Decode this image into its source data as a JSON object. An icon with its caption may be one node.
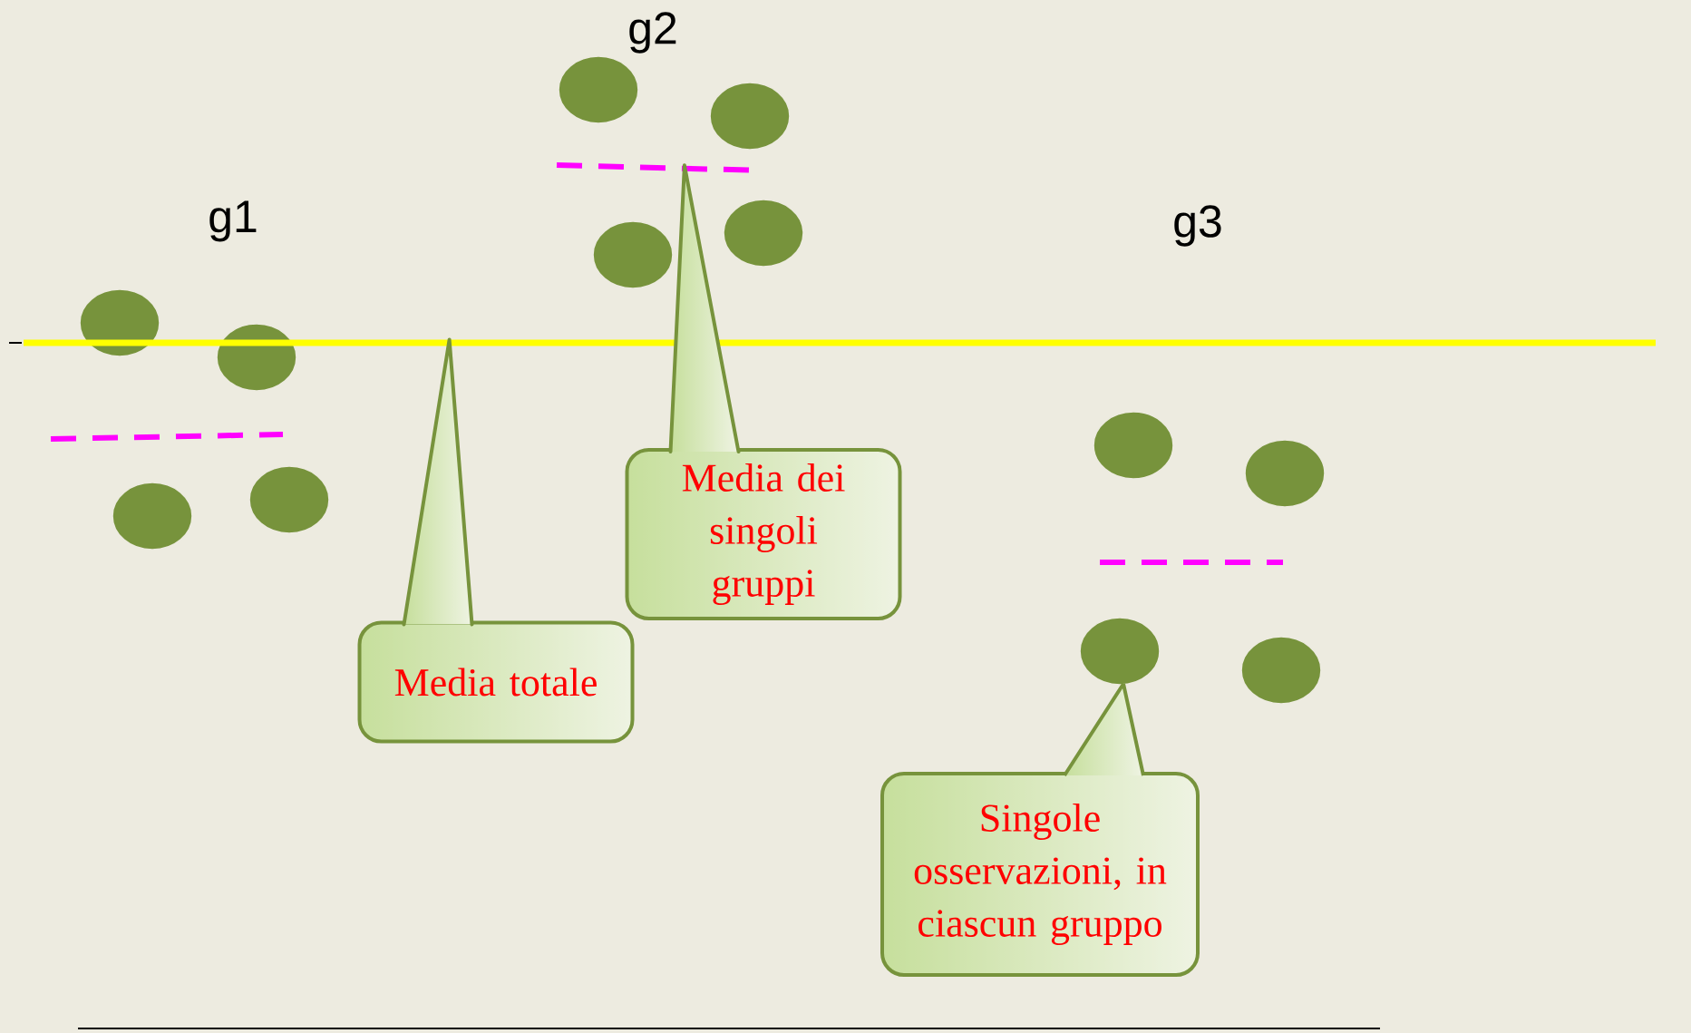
{
  "diagram": {
    "nodes": [
      {
        "text": [],
        "shape": "circle"
      },
      {
        "text": [],
        "shape": "circle"
      },
      {
        "text": [],
        "shape": "circle"
      },
      {
        "text": [],
        "shape": "circle"
      },
      {
        "text": [],
        "shape": "circle"
      },
      {
        "text": [],
        "shape": "circle"
      },
      {
        "text": [],
        "shape": "circle"
      },
      {
        "text": [],
        "shape": "circle"
      },
      {
        "text": [],
        "shape": "circle"
      },
      {
        "text": [],
        "shape": "circle"
      },
      {
        "text": [],
        "shape": "circle"
      },
      {
        "text": [],
        "shape": "circle"
      },
      {
        "text": [],
        "shape": "line"
      },
      {
        "text": [],
        "shape": "line"
      },
      {
        "text": [],
        "shape": "line"
      },
      {
        "text": [],
        "shape": "line"
      },
      {
        "text": [
          "Media totale"
        ]
      },
      {
        "text": [
          "Media dei singoli gruppi"
        ]
      },
      {
        "text": [
          "Singole osservazioni, in ciascun gruppo"
        ]
      }
    ],
    "edges": [
      {
        "from": 16,
        "to": 12,
        "arrow": "none"
      },
      {
        "from": 17,
        "to": 14,
        "arrow": "none"
      },
      {
        "from": 18,
        "to": 10,
        "arrow": "to"
      }
    ],
    "labels": [
      "g2",
      "g1",
      "g3"
    ]
  }
}
